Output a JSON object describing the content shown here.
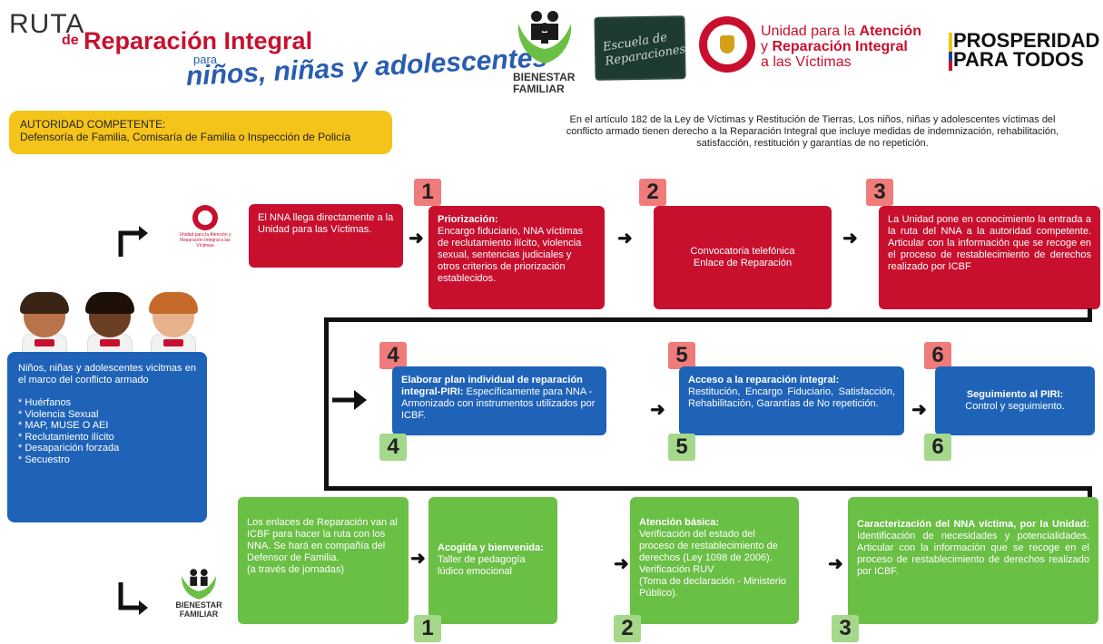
{
  "header": {
    "ruta": "RUTA",
    "de": "de",
    "title": "Reparación Integral",
    "para": "para",
    "subtitle": "niños, niñas y adolescentes"
  },
  "logos": {
    "bienestar": "BIENESTAR\nFAMILIAR",
    "escuela": "Escuela de Reparaciones",
    "unidad_line1": "Unidad para la ",
    "unidad_bold1": "Atención",
    "unidad_line2": "y ",
    "unidad_bold2": "Reparación Integral",
    "unidad_line3": "a las Víctimas",
    "prosperidad": "PROSPERIDAD PARA TODOS"
  },
  "authority": {
    "label": "AUTORIDAD COMPETENTE:",
    "text": "Defensoría de Familia, Comisaría de Familia o Inspección de Policía"
  },
  "intro": "En el artículo 182 de la Ley de Víctimas y Restitución de Tierras, Los niños, niñas y adolescentes víctimas del conflicto armado tienen derecho a la Reparación Integral que incluye medidas de indemnización, rehabilitación, satisfacción, restitución y garantías de no repetición.",
  "row1": {
    "unidad_small": "Unidad para la Atención y Reparación Integral a las Víctimas",
    "start": "El NNA llega directamente a la Unidad para las Víctimas.",
    "step1_num": "1",
    "step1_title": "Priorización:",
    "step1_text": "Encargo fiduciario, NNA víctimas de reclutamiento ilícito, violencia sexual, sentencias judiciales y otros criterios de priorización establecidos.",
    "step2_num": "2",
    "step2_text": "Convocatoria telefónica Enlace de Reparación",
    "step3_num": "3",
    "step3_text": "La Unidad pone en conocimiento la entrada a la ruta del NNA a la autoridad competente. Articular con la información que se recoge en el proceso de restablecimiento de derechos realizado por ICBF"
  },
  "row2": {
    "step4_num": "4",
    "step4_title": "Elaborar plan individual de reparación integral-PIRI:",
    "step4_text": " Específicamente para NNA - Armonizado con instrumentos utilizados por ICBF.",
    "step5_num": "5",
    "step5_title": "Acceso a la reparación integral:",
    "step5_text": "Restitución, Encargo Fiduciario, Satisfacción, Rehabilitación, Garantías de No repetición.",
    "step6_num": "6",
    "step6_title": "Seguimiento al PIRI:",
    "step6_text": "Control y seguimiento."
  },
  "row3": {
    "start": "Los enlaces de Reparación van al ICBF para hacer la ruta con los NNA. Se hará en compañía del Defensor de Familia.\n(a través de jornadas)",
    "step1_num": "1",
    "step1_title": "Acogida y bienvenida:",
    "step1_text": "Taller de pedagogía lúdico emocional",
    "step2_num": "2",
    "step2_title": "Atención básica:",
    "step2_text": "Verificación del estado del proceso de restablecimiento de derechos (Ley 1098 de 2006).\nVerificación RUV\n(Toma de declaración - Ministerio Público).",
    "step3_num": "3",
    "step3_title": "Caracterización del NNA víctima, por la Unidad:",
    "step3_text": " Identificación de necesidades y potencialidades. Articular con la información que se recoge en el proceso de restablecimiento de derechos realizado por ICBF."
  },
  "left_panel": {
    "heading": "Niños, niñas y adolescentes vicitmas en el marco del conflicto armado",
    "items": [
      "* Huérfanos",
      "* Violencia Sexual",
      "* MAP, MUSE O AEI",
      "* Reclutamiento ilícito",
      "* Desaparición forzada",
      "* Secuestro"
    ]
  },
  "bottom_logo": "BIENESTAR\nFAMILIAR",
  "colors": {
    "red": "#c8102e",
    "blue": "#1f63b8",
    "green": "#6abf45",
    "yellow": "#f5c41a",
    "pink_num": "#f07b7b",
    "green_num": "#a5d88a"
  }
}
